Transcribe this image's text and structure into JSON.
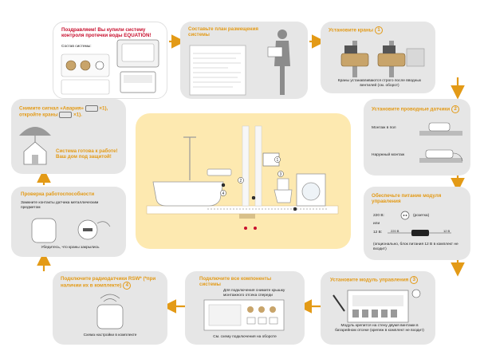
{
  "colors": {
    "accent": "#e39a16",
    "alert": "#c8102e",
    "card": "#e6e6e6",
    "center": "#fde9b0"
  },
  "step_congrats": {
    "title": "Поздравляем! Вы купили систему контроля протечки воды EQUATION!",
    "composition_label": "Состав системы:"
  },
  "step_plan": {
    "title": "Составьте план размещения системы"
  },
  "step_valves": {
    "title": "Установите краны",
    "number": "1",
    "caption": "Краны устанавливаются строго после вводных вентилей (см. оборот)"
  },
  "step_sensors": {
    "title": "Установите проводные датчики",
    "number": "2",
    "floor_label": "Монтаж в пол",
    "surface_label": "Наружный монтаж"
  },
  "step_power": {
    "title": "Обеспечьте питание модуля управления",
    "v220": "220 В:",
    "socket_note": "(розетка)",
    "or": "или",
    "v12": "12 В:",
    "adapter_220": "220 В",
    "adapter_12": "12 В",
    "note": "(опционально, блок питания 12 В в комплект не входит)"
  },
  "step_module": {
    "title": "Установите модуль управления",
    "number": "3",
    "caption": "Модуль крепится на стену двумя винтами в батарейном отсеке (крепеж в комплект не входит)"
  },
  "step_more": {
    "title": "Подключите все компоненты системы",
    "caption": "Для подключения снимите крышку монтажного отсека спереди",
    "footer": "См. схему подключения на обороте"
  },
  "step_radio": {
    "title": "Подключите радиодатчики RSW* (*при наличии их в комплекте)",
    "number": "4",
    "caption": "Схема настройки в комплекте"
  },
  "step_check": {
    "title": "Проверка работоспособности",
    "caption": "Замкните контакты датчика металлическим предметом",
    "footer": "Убедитесь, что краны закрылись"
  },
  "step_reset": {
    "title_part1": "Снимите сигнал «Авария»",
    "title_part2": "откройте краны",
    "x1a": "×1),",
    "x1b": "×1).",
    "ready": "Система готова к работе! Ваш дом под защитой!"
  },
  "center": {
    "badges": [
      "1",
      "2",
      "3",
      "4"
    ]
  }
}
